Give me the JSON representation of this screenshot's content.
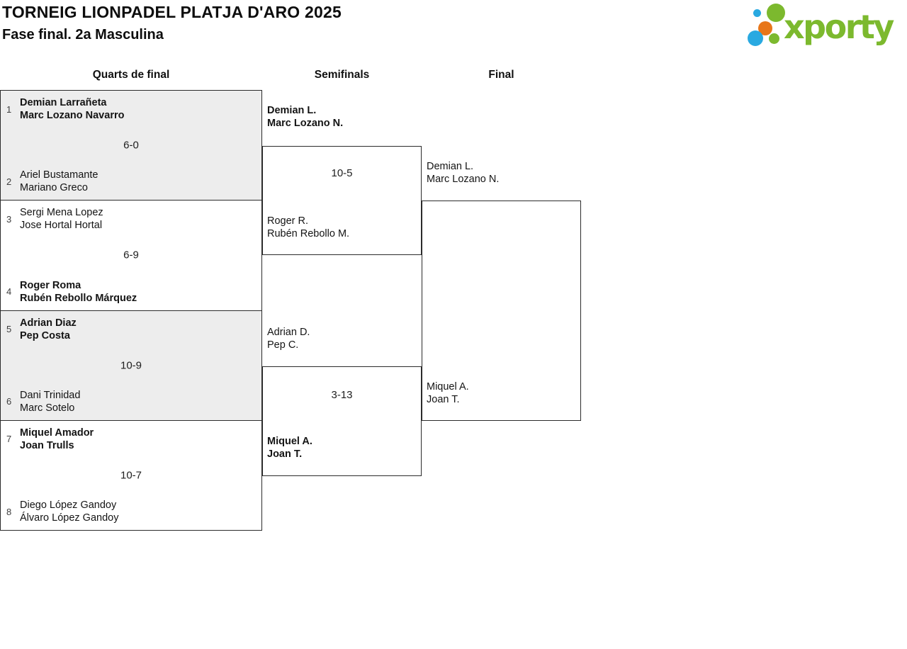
{
  "header": {
    "title": "TORNEIG LIONPADEL PLATJA D'ARO 2025",
    "subtitle": "Fase final. 2a Masculina"
  },
  "logo": {
    "text": "xporty",
    "icon": "dot-cluster-icon"
  },
  "columns": [
    "Quarts de final",
    "Semifinals",
    "Final"
  ],
  "quarterfinals": [
    {
      "seed_top": "1",
      "team_top_line1": "Demian Larrañeta",
      "team_top_line2": "Marc Lozano Navarro",
      "score": "6-0",
      "winner": "top",
      "seed_bottom": "2",
      "team_bottom_line1": "Ariel Bustamante",
      "team_bottom_line2": "Mariano Greco"
    },
    {
      "seed_top": "3",
      "team_top_line1": "Sergi Mena Lopez",
      "team_top_line2": "Jose Hortal Hortal",
      "score": "6-9",
      "winner": "bottom",
      "seed_bottom": "4",
      "team_bottom_line1": "Roger Roma",
      "team_bottom_line2": "Rubén Rebollo Márquez"
    },
    {
      "seed_top": "5",
      "team_top_line1": "Adrian Diaz",
      "team_top_line2": "Pep Costa",
      "score": "10-9",
      "winner": "top",
      "seed_bottom": "6",
      "team_bottom_line1": "Dani Trinidad",
      "team_bottom_line2": "Marc Sotelo"
    },
    {
      "seed_top": "7",
      "team_top_line1": "Miquel Amador",
      "team_top_line2": "Joan Trulls",
      "score": "10-7",
      "winner": "top",
      "seed_bottom": "8",
      "team_bottom_line1": "Diego López Gandoy",
      "team_bottom_line2": "Álvaro López Gandoy"
    }
  ],
  "semifinals": [
    {
      "team_top_line1": "Demian L.",
      "team_top_line2": "Marc Lozano N.",
      "score": "10-5",
      "winner": "top",
      "team_bottom_line1": "Roger R.",
      "team_bottom_line2": "Rubén Rebollo M."
    },
    {
      "team_top_line1": "Adrian D.",
      "team_top_line2": "Pep C.",
      "score": "3-13",
      "winner": "bottom",
      "team_bottom_line1": "Miquel A.",
      "team_bottom_line2": "Joan T."
    }
  ],
  "final": {
    "team_top_line1": "Demian L.",
    "team_top_line2": "Marc Lozano N.",
    "team_bottom_line1": "Miquel A.",
    "team_bottom_line2": "Joan T."
  },
  "css_vars": {
    "green": "#7cb92e",
    "blue": "#29a9e1",
    "orange": "#e8761a",
    "shade": "#ededed",
    "line": "#2b2b2b",
    "ink": "#141414"
  }
}
